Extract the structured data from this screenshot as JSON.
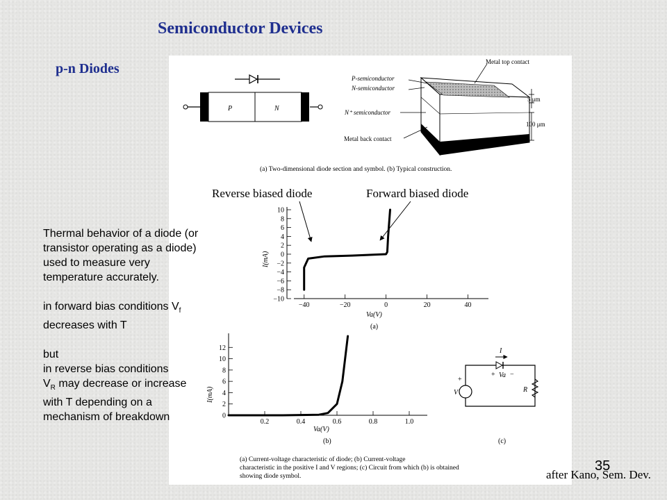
{
  "slide": {
    "title": "Semiconductor Devices",
    "subtitle": "p-n Diodes",
    "page_number": "35",
    "credit": "after Kano, Sem. Dev."
  },
  "side_text": {
    "para1": "Thermal behavior of a diode (or transistor operating as a diode) used to measure very temperature accurately.",
    "para2_a": "in forward bias conditions V",
    "para2_sub": "f",
    "para2_b": "decreases with T",
    "para3_line1": "but",
    "para3_line2": "in reverse bias conditions",
    "para3_sub_pre": "V",
    "para3_sub": "R",
    "para3_rest": "may decrease or increase with T depending on a mechanism of breakdown"
  },
  "figure": {
    "structure": {
      "p_label": "P",
      "n_label": "N",
      "metal_top": "Metal top contact",
      "p_semi": "P-semiconductor",
      "n_semi": "N-semiconductor",
      "nplus_semi": "N⁺ semiconductor",
      "metal_back": "Metal back contact",
      "dim_5": "5 μm",
      "dim_100": "100 μm",
      "caption": "(a) Two-dimensional diode section and symbol. (b) Typical construction."
    },
    "annotations": {
      "reverse": "Reverse biased diode",
      "forward": "Forward biased diode"
    },
    "plot_a": {
      "ylabel": "I(mA)",
      "xlabel": "Va(V)",
      "caption": "(a)",
      "y_ticks": [
        "10",
        "8",
        "6",
        "4",
        "2",
        "0",
        "−2",
        "−4",
        "−6",
        "−8",
        "−10"
      ],
      "x_ticks": [
        "−40",
        "−20",
        "0",
        "20",
        "40"
      ]
    },
    "plot_b": {
      "ylabel": "I(mA)",
      "xlabel": "Va(V)",
      "caption": "(b)",
      "y_ticks": [
        "12",
        "10",
        "8",
        "6",
        "4",
        "2",
        "0"
      ],
      "x_ticks": [
        "0.2",
        "0.4",
        "0.6",
        "0.8",
        "1.0"
      ]
    },
    "circuit": {
      "current": "I",
      "va": "Va",
      "v": "V",
      "r": "R",
      "plus": "+",
      "minus": "−",
      "caption": "(c)"
    },
    "bottom_caption_1": "(a) Current-voltage characteristic of diode; (b) Current-voltage",
    "bottom_caption_2": "characteristic in the positive I and V regions; (c) Circuit from which (b) is obtained",
    "bottom_caption_3": "showing diode symbol."
  },
  "chart_data": [
    {
      "type": "line",
      "title": "",
      "xlabel": "Va(V)",
      "ylabel": "I(mA)",
      "xlim": [
        -45,
        50
      ],
      "ylim": [
        -10,
        10
      ],
      "series": [
        {
          "x": [
            -40,
            -40,
            -38,
            -30,
            -15,
            0,
            0.6,
            1,
            2
          ],
          "y": [
            -8,
            -3,
            -1,
            -0.5,
            -0.3,
            0,
            0.5,
            4,
            10
          ]
        }
      ]
    },
    {
      "type": "line",
      "title": "",
      "xlabel": "Va(V)",
      "ylabel": "I(mA)",
      "xlim": [
        0,
        1.1
      ],
      "ylim": [
        0,
        14
      ],
      "series": [
        {
          "x": [
            0,
            0.3,
            0.5,
            0.55,
            0.6,
            0.63,
            0.66
          ],
          "y": [
            0,
            0,
            0.1,
            0.4,
            2,
            6,
            14
          ]
        }
      ]
    }
  ]
}
